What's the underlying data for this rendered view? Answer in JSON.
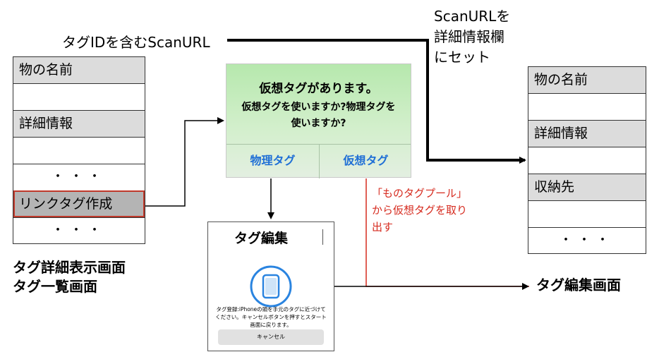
{
  "top_note": "タグIDを含むScanURL",
  "right_note": [
    "ScanURLを",
    "詳細情報欄",
    "にセット"
  ],
  "left_list": {
    "items": [
      "物の名前",
      "",
      "詳細情報",
      "",
      "・・・",
      "リンクタグ作成",
      "・・・"
    ]
  },
  "left_caption": [
    "タグ詳細表示画面",
    "タグ一覧画面"
  ],
  "alert": {
    "title": "仮想タグがあります。",
    "message": "仮想タグを使いますか?物理タグを使いますか?",
    "button_physical": "物理タグ",
    "button_virtual": "仮想タグ"
  },
  "red_note": [
    "「ものタグプール」",
    "から仮想タグを取り",
    "出す"
  ],
  "right_list": {
    "items": [
      "物の名前",
      "",
      "詳細情報",
      "",
      "収納先",
      "",
      "・・・"
    ]
  },
  "tag_edit": {
    "title": "タグ編集",
    "message": "タグ登録:iPhoneの頭を手元のタグに近づけてください。キャンセルボタンを押すとスタート画面に戻ります。",
    "cancel": "キャンセル"
  },
  "tag_edit_caption": "タグ編集画面",
  "colors": {
    "accent_red": "#d62b1f",
    "ios_blue": "#1f6fd6",
    "alert_green": "#c4ecbd"
  }
}
